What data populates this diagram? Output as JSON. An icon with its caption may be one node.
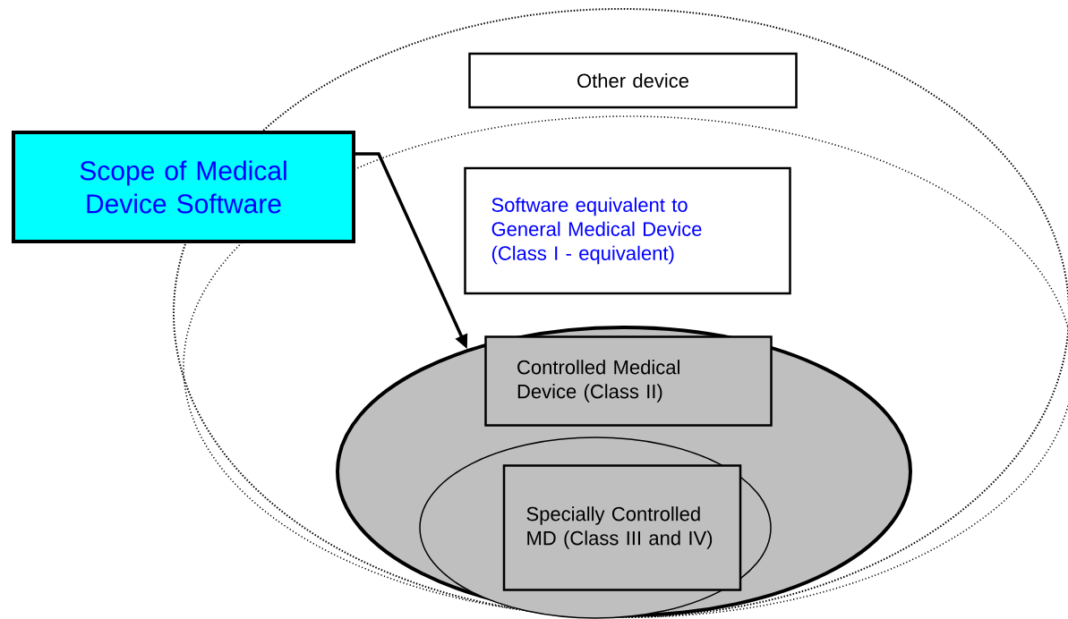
{
  "diagram": {
    "nodes": [
      {
        "text": [],
        "shape": "ellipse"
      },
      {
        "text": [
          "Other device"
        ],
        "in": 0
      },
      {
        "text": [],
        "shape": "ellipse",
        "in": 0
      },
      {
        "text": [
          "Software equivalent to General Medical Device (Class I - equivalent)"
        ],
        "in": 2
      },
      {
        "text": [],
        "shape": "ellipse",
        "in": 2
      },
      {
        "text": [
          "Controlled Medical Device (Class II)"
        ],
        "in": 4
      },
      {
        "text": [],
        "shape": "ellipse",
        "in": 4
      },
      {
        "text": [
          "Specially Controlled MD (Class III and IV)"
        ],
        "in": 6
      },
      {
        "text": [
          "Scope of Medical Device Software"
        ]
      }
    ],
    "edges": [
      {
        "from": 8,
        "to": 4,
        "arrow": "to"
      }
    ]
  }
}
